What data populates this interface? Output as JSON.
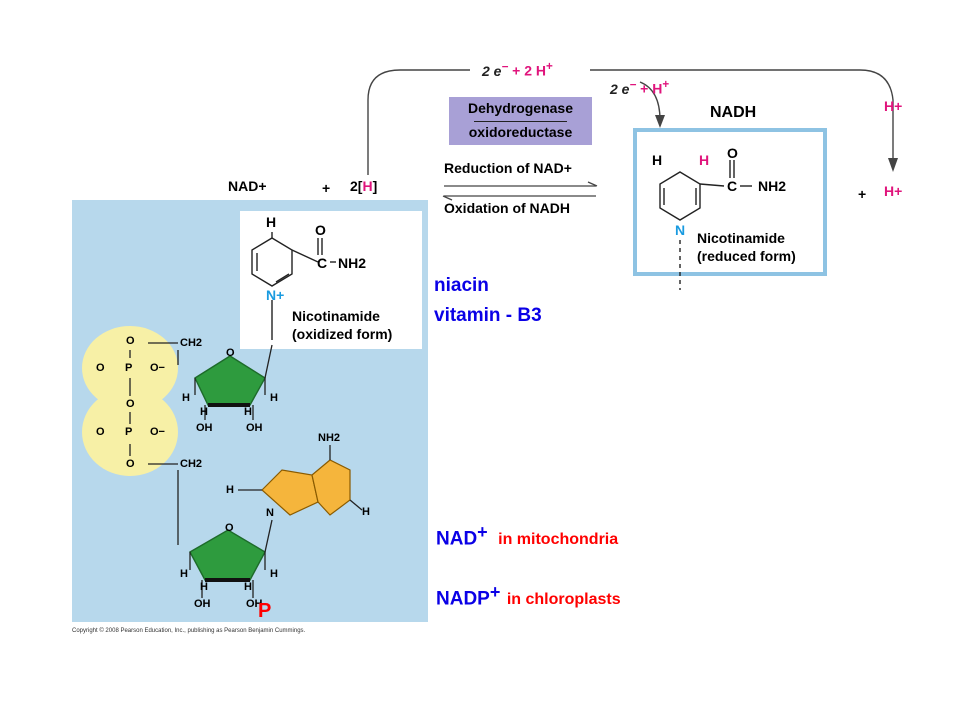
{
  "top_arrow": {
    "electrons": "2 e",
    "plus_2": "+ 2 H",
    "sup_minus": "−",
    "sup_plus": "+"
  },
  "side_arrow": {
    "electrons": "2 e",
    "plus_h": "+ H",
    "sup_minus": "−",
    "sup_plus": "+"
  },
  "right_h": "H+",
  "enzyme": {
    "name": "Dehydrogenase",
    "class": "oxidoreductase"
  },
  "reaction": {
    "forward": "Reduction of NAD+",
    "reverse": "Oxidation of NADH"
  },
  "equation": {
    "nad": "NAD+",
    "plus1": "+",
    "two_h_pre": "2[",
    "two_h_h": "H",
    "two_h_post": "]",
    "plus2": "+",
    "h_plus": "H+"
  },
  "nadh_label": "NADH",
  "oxidized": {
    "name": "Nicotinamide",
    "form": "(oxidized form)",
    "n_plus": "N+",
    "h": "H",
    "o": "O",
    "c": "C",
    "nh2": "NH2"
  },
  "reduced": {
    "name": "Nicotinamide",
    "form": "(reduced form)",
    "n": "N",
    "h1": "H",
    "h2": "H",
    "o": "O",
    "c": "C",
    "nh2": "NH2"
  },
  "vitamin": {
    "line1": "niacin",
    "line2": "vitamin - B3"
  },
  "labels": {
    "nad": "NAD",
    "nad_sup": "+",
    "nad_loc": "in mitochondria",
    "nadp": "NADP",
    "nadp_sup": "+",
    "nadp_loc": "in chloroplasts",
    "phosphate_marker": "P"
  },
  "backbone": {
    "o": "O",
    "p": "P",
    "o_minus": "O−",
    "ch2": "CH2",
    "h": "H",
    "oh": "OH",
    "nh2": "NH2",
    "n": "N"
  },
  "copyright": "Copyright © 2008 Pearson Education, Inc., publishing as Pearson Benjamin Cummings.",
  "colors": {
    "panel_blue": "#b7d8ec",
    "box_border": "#8ec3e3",
    "ribose_green": "#2e9b3e",
    "adenine_orange": "#f5b53c",
    "phosphate_yellow": "#f7f0a6",
    "enzyme_box": "#a8a0d6",
    "pink": "#e0147c",
    "blue": "#0a00e6",
    "red": "#ff0000"
  }
}
